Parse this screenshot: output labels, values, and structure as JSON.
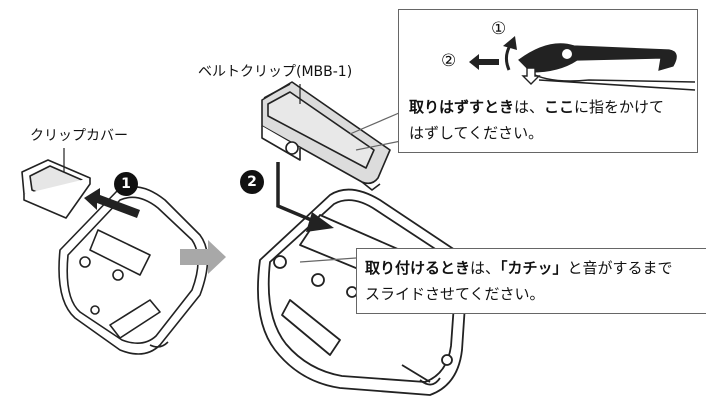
{
  "labels": {
    "clip_cover": "クリップカバー",
    "belt_clip": "ベルトクリップ(MBB-1)"
  },
  "steps": {
    "step1": "1",
    "step2": "2",
    "release1": "①",
    "release2": "②"
  },
  "remove_note": {
    "line1_bold_a": "取りはずすとき",
    "line1_mid": "は、",
    "line1_bold_b": "ここ",
    "line1_end": "に指をかけて",
    "line2": "はずしてください。"
  },
  "attach_note": {
    "line1_bold": "取り付けるとき",
    "line1_mid": "は、",
    "line1_bold_b": "「カチッ」",
    "line1_end": "と音がするまで",
    "line2": "スライドさせてください。"
  },
  "colors": {
    "clip_fill": "#dcdcdc",
    "arrow_gray": "#a8a8a8",
    "outline": "#222222"
  }
}
